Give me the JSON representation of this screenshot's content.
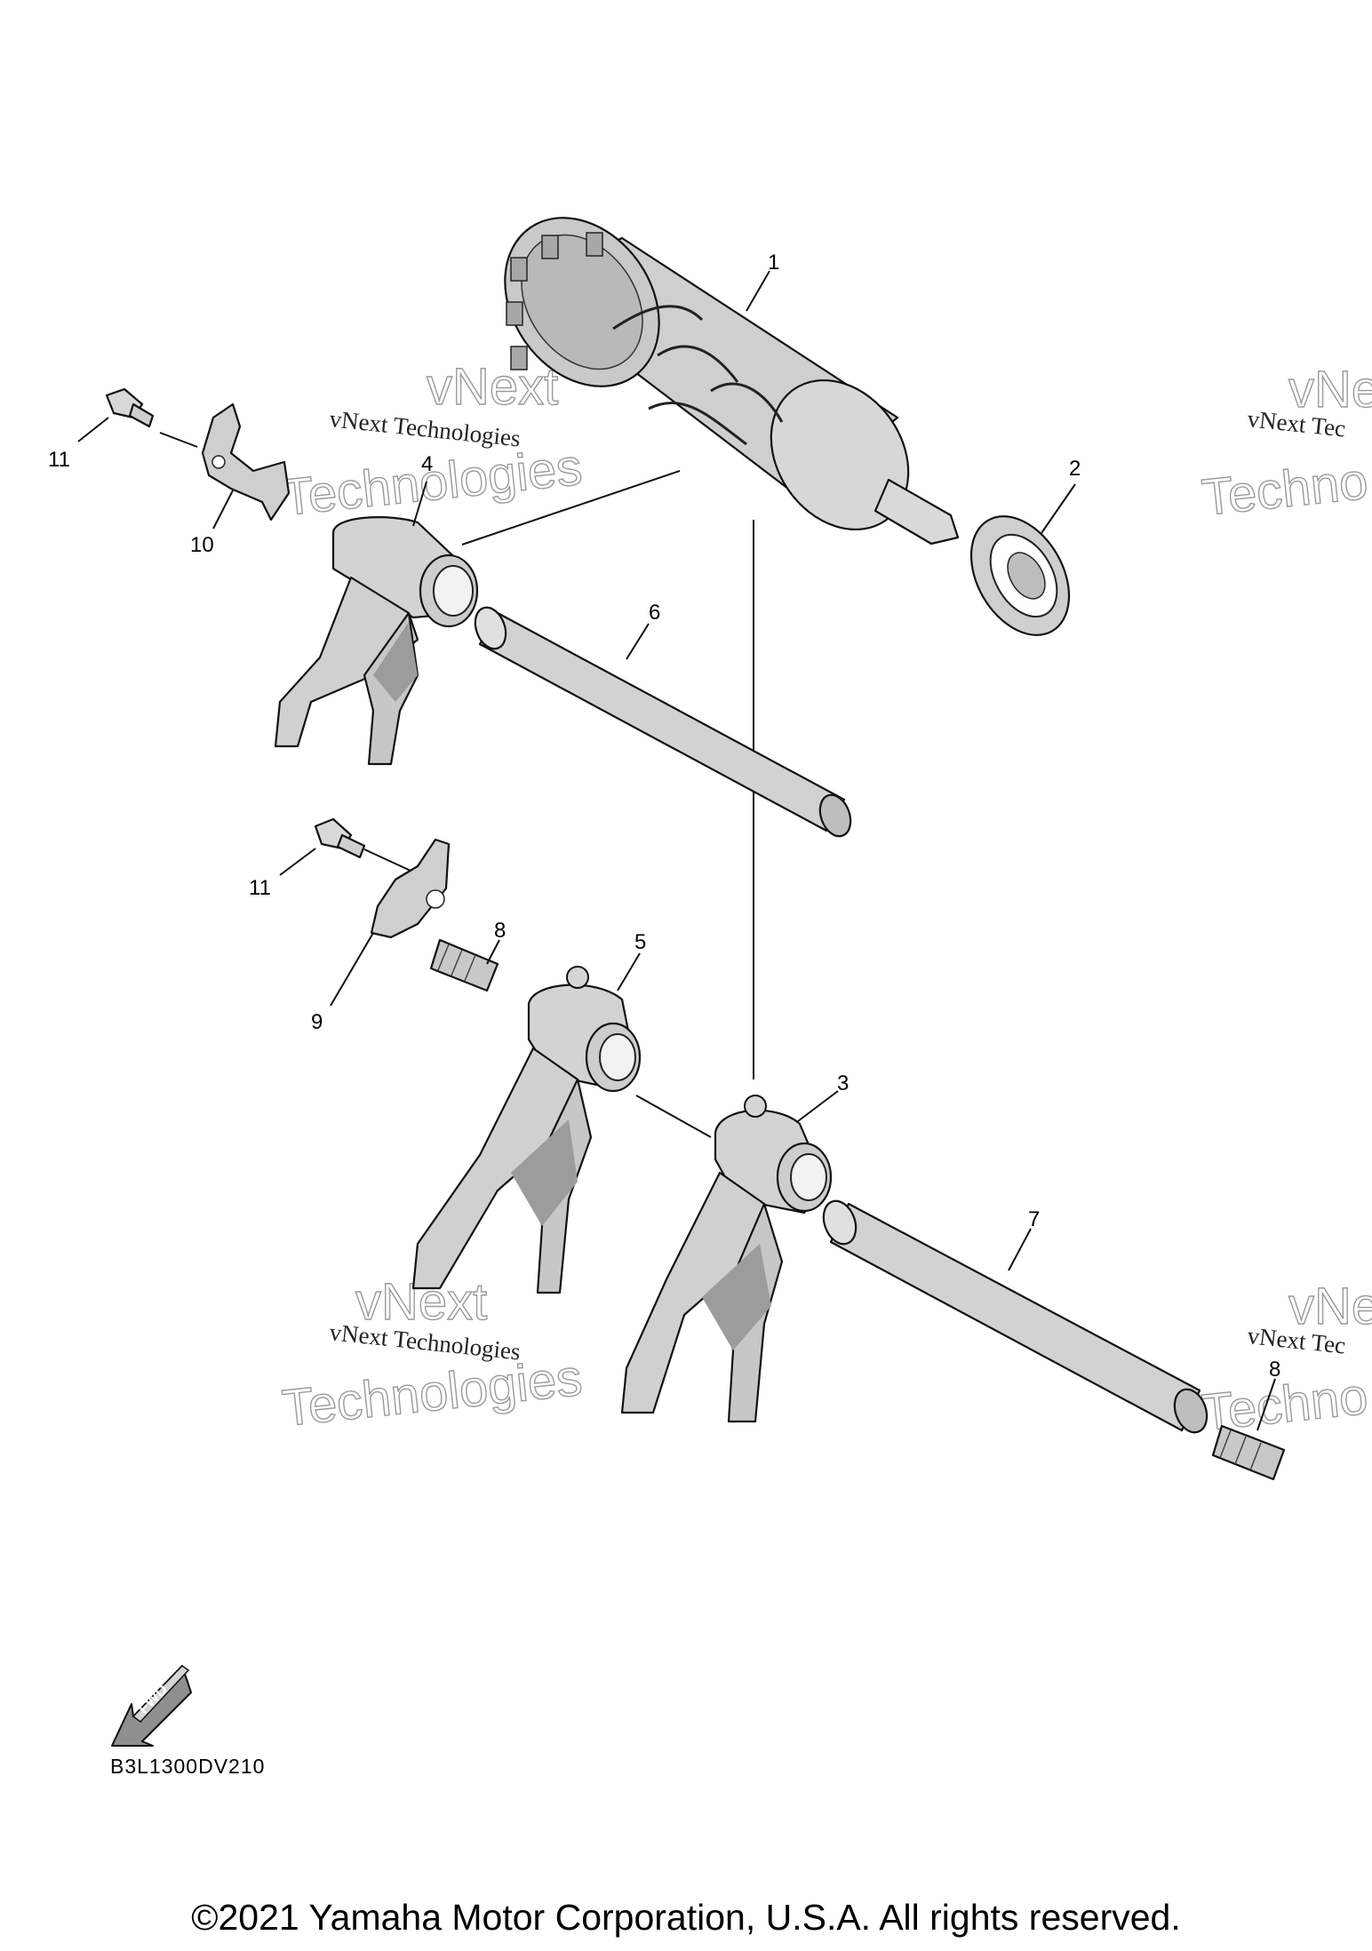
{
  "diagram": {
    "callouts": [
      {
        "id": "c1",
        "text": "1"
      },
      {
        "id": "c2",
        "text": "2"
      },
      {
        "id": "c3",
        "text": "3"
      },
      {
        "id": "c4",
        "text": "4"
      },
      {
        "id": "c5",
        "text": "5"
      },
      {
        "id": "c6",
        "text": "6"
      },
      {
        "id": "c7",
        "text": "7"
      },
      {
        "id": "c8a",
        "text": "8"
      },
      {
        "id": "c8b",
        "text": "8"
      },
      {
        "id": "c9",
        "text": "9"
      },
      {
        "id": "c10",
        "text": "10"
      },
      {
        "id": "c11a",
        "text": "11"
      },
      {
        "id": "c11b",
        "text": "11"
      }
    ],
    "watermark": {
      "line_top": "vNext",
      "line_mid": "vNext Technologies",
      "line_bottom": "Technologies",
      "line_top_partial": "vNe",
      "line_mid_partial": "vNext Tec",
      "line_bottom_partial": "Techno"
    },
    "fwd_label": "FWD",
    "diagram_code": "B3L1300DV210",
    "copyright": "©2021 Yamaha Motor Corporation, U.S.A. All rights reserved."
  },
  "colors": {
    "part_fill": "#d3d3d3",
    "part_shadow": "#9c9c9c",
    "line": "#111111",
    "watermark": "#9a9a9a"
  }
}
